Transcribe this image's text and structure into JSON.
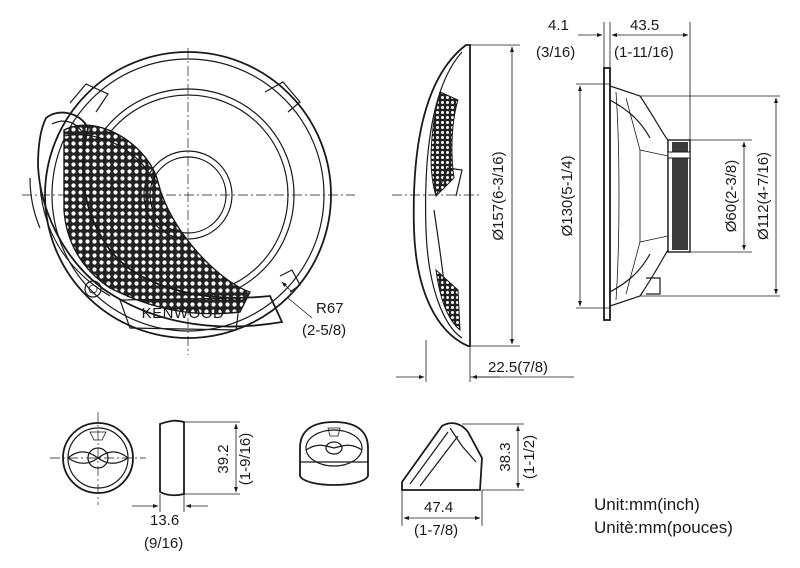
{
  "brand": "KENWOOD",
  "dimensions": {
    "radius_mm": "R67",
    "radius_in": "(2-5/8)",
    "mount_depth_mm": "4.1",
    "mount_depth_in": "(3/16)",
    "depth_mm": "43.5",
    "depth_in": "(1-11/16)",
    "outer_diameter": "Ø157(6-3/16)",
    "cutout_diameter": "Ø130(5-1/4)",
    "magnet_diameter": "Ø60(2-3/8)",
    "basket_diameter": "Ø112(4-7/16)",
    "grille_depth": "22.5(7/8)",
    "tweeter_height_mm": "39.2",
    "tweeter_height_in": "(1-9/16)",
    "tweeter_depth_mm": "13.6",
    "tweeter_depth_in": "(9/16)",
    "angled_height_mm": "38.3",
    "angled_height_in": "(1-1/2)",
    "angled_width_mm": "47.4",
    "angled_width_in": "(1-7/8)"
  },
  "units": {
    "line1": "Unit:mm(inch)",
    "line2": "Unitè:mm(pouces)"
  }
}
